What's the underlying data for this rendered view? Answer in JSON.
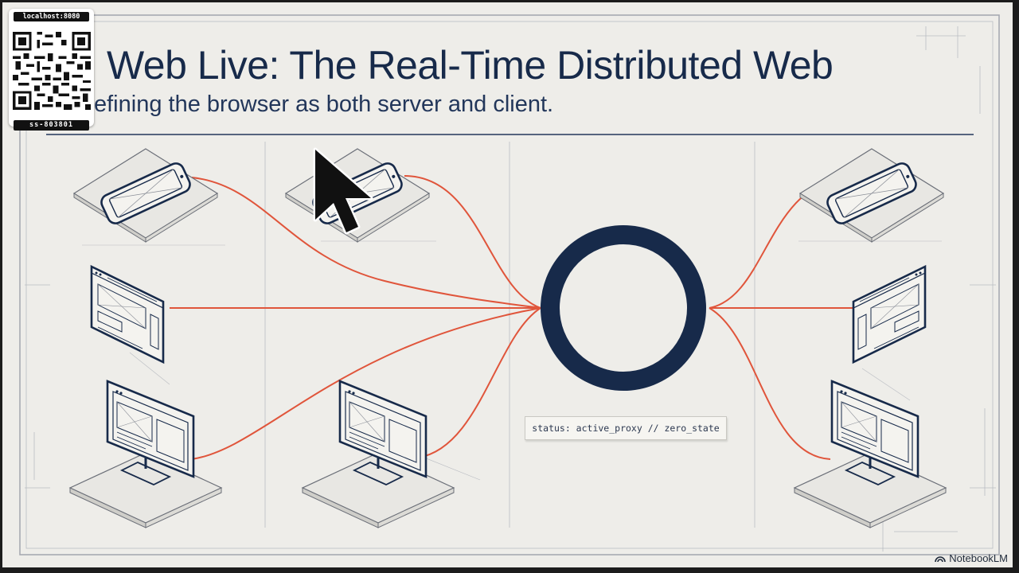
{
  "slide": {
    "title": "Web Live: The Real-Time Distributed Web",
    "subtitle": "efining the browser as both server and client."
  },
  "diagram": {
    "hub": "ring-node",
    "status_text": "status: active_proxy // zero_state",
    "link_color": "#e0553b",
    "ink_color": "#172a4a",
    "devices": [
      "phone-left-top",
      "phone-center-top",
      "browser-window-left",
      "monitor-left-bottom",
      "monitor-center-bottom",
      "phone-right-top",
      "browser-window-right",
      "monitor-right-bottom"
    ]
  },
  "overlay": {
    "qr_top_label": "localhost:8080",
    "qr_bottom_label": "ss-803801"
  },
  "branding": {
    "label": "NotebookLM"
  }
}
